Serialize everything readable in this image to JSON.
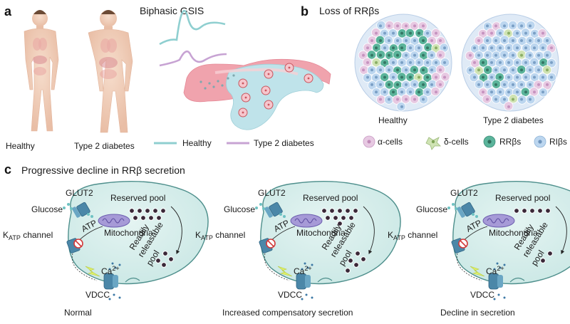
{
  "panel_a": {
    "letter": "a",
    "title": "Biphasic GSIS",
    "figure_labels": [
      "Healthy",
      "Type 2 diabetes"
    ],
    "legend": [
      {
        "label": "Healthy",
        "color": "#8fcfd0"
      },
      {
        "label": "Type 2 diabetes",
        "color": "#c7a3d3"
      }
    ]
  },
  "panel_b": {
    "letter": "b",
    "title": "Loss of RRβs",
    "islet_labels": [
      "Healthy",
      "Type 2 diabetes"
    ],
    "legend": [
      {
        "label": "α-cells",
        "color": "#e7c9e2"
      },
      {
        "label": "δ-cells",
        "color": "#b9d79a"
      },
      {
        "label": "RRβs",
        "color": "#5bb49b"
      },
      {
        "label": "RIβs",
        "color": "#bcd6ef"
      }
    ]
  },
  "panel_c": {
    "letter": "c",
    "title": "Progressive decline in RRβ secretion",
    "common_labels": {
      "glut2": "GLUT2",
      "glucose": "Glucose",
      "reserved_pool": "Reserved pool",
      "atp": "ATP",
      "mitochondria": "Mitochondria",
      "katp_k": "K",
      "katp_sub": "ATP",
      "katp_rest": " channel",
      "readily": "Readily",
      "releasable": "releasable",
      "pool": "pool",
      "ca": "Ca",
      "ca_sup": "2+",
      "vdcc": "VDCC"
    },
    "cells": [
      {
        "caption": "Normal",
        "reserved_count": 9,
        "rrp_count": 4
      },
      {
        "caption": "Increased compensatory secretion",
        "reserved_count": 10,
        "rrp_count": 5
      },
      {
        "caption": "Decline in secretion",
        "reserved_count": 5,
        "rrp_count": 2
      }
    ]
  },
  "colors": {
    "cell_fill": "#d7eeec",
    "cell_stroke": "#4e8f8c",
    "vesicle": "#3a2838",
    "pancreas_pink": "#f0a3ad",
    "pancreas_blue": "#bfe3ea",
    "body_skin": "#f1d1bd"
  }
}
